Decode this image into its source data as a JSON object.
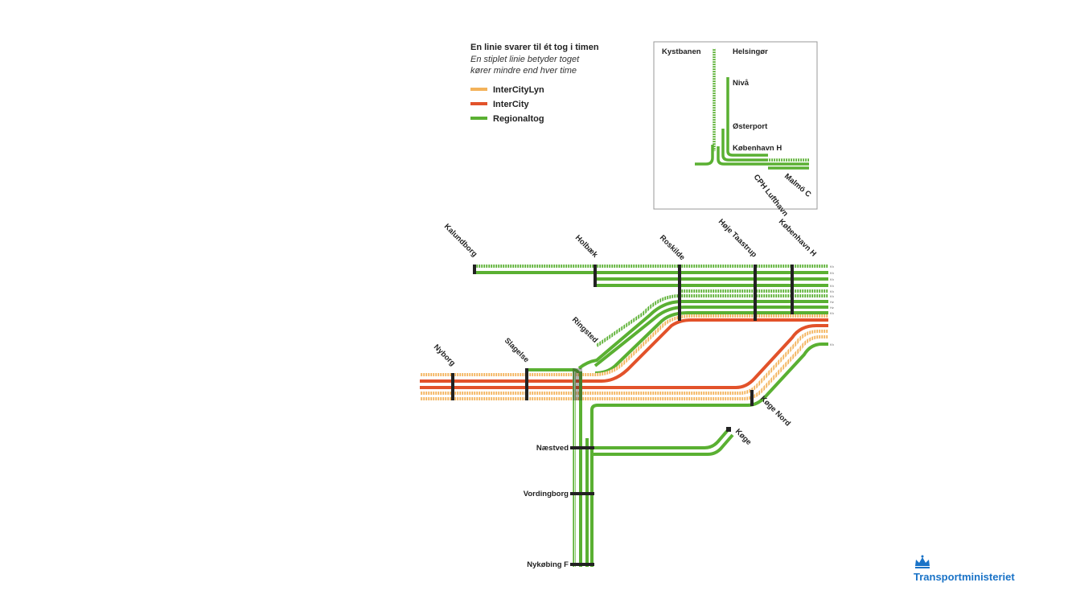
{
  "legend": {
    "title": "En linie svarer til ét tog i timen",
    "subtitle_line1": "En stiplet linie betyder toget",
    "subtitle_line2": "kører mindre end hver time",
    "items": [
      {
        "label": "InterCityLyn",
        "color": "#f3b25a"
      },
      {
        "label": "InterCity",
        "color": "#e2522a"
      },
      {
        "label": "Regionaltog",
        "color": "#5ab032"
      }
    ]
  },
  "inset": {
    "stations": [
      "Kystbanen",
      "Helsingør",
      "Nivå",
      "Østerport",
      "København H",
      "CPH Lufthavn",
      "Malmö C"
    ]
  },
  "stations": {
    "kalundborg": "Kalundborg",
    "holbaek": "Holbæk",
    "roskilde": "Roskilde",
    "hoje_taastrup": "Høje Taastrup",
    "kobenhavn_h": "København H",
    "ringsted": "Ringsted",
    "slagelse": "Slagelse",
    "nyborg": "Nyborg",
    "koge_nord": "Køge Nord",
    "koge": "Køge",
    "naestved": "Næstved",
    "vordingborg": "Vordingborg",
    "nykobing_f": "Nykøbing F"
  },
  "colors": {
    "green": "#5ab032",
    "red": "#e2522a",
    "orange": "#f3b25a",
    "brand": "#1a73c7"
  },
  "brand": {
    "name": "Transportministeriet",
    "icon": "crown-icon"
  }
}
